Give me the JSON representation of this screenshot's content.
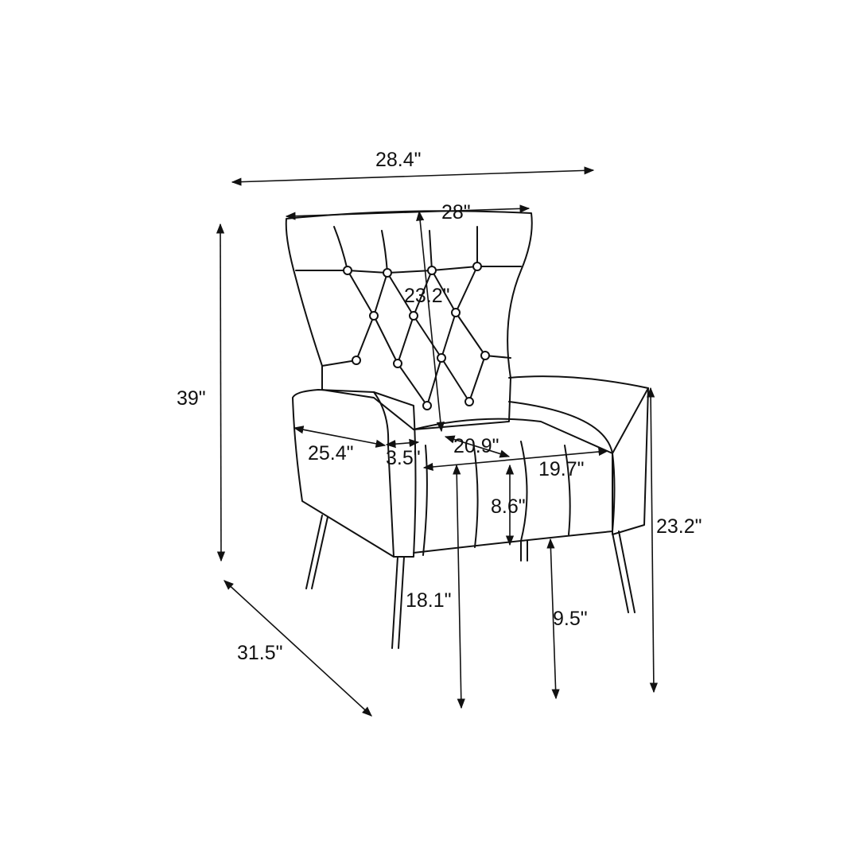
{
  "diagram": {
    "subject": "Wingback accent chair with tufted back and metal legs",
    "dimensions": {
      "overall_width": "28.4\"",
      "back_width": "28\"",
      "back_height": "23.2\"",
      "overall_height": "39\"",
      "seat_depth_arm": "25.4\"",
      "arm_width": "3.5\"",
      "seat_depth": "20.9\"",
      "seat_width": "19.7\"",
      "seat_thickness": "8.6\"",
      "seat_height": "18.1\"",
      "leg_height": "9.5\"",
      "arm_height": "23.2\"",
      "overall_depth": "31.5\""
    }
  }
}
